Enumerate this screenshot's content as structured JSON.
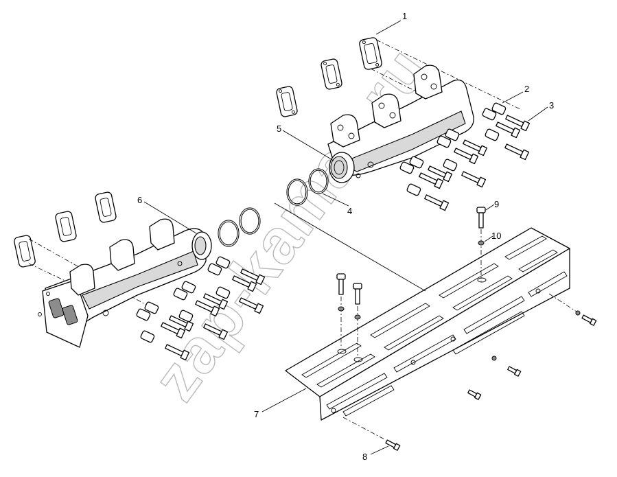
{
  "watermark": "zap-kamaz.ru",
  "callouts": [
    {
      "id": "1",
      "label": "1"
    },
    {
      "id": "2",
      "label": "2"
    },
    {
      "id": "3",
      "label": "3"
    },
    {
      "id": "4",
      "label": "4"
    },
    {
      "id": "5",
      "label": "5"
    },
    {
      "id": "6",
      "label": "6"
    },
    {
      "id": "7",
      "label": "7"
    },
    {
      "id": "8",
      "label": "8"
    },
    {
      "id": "9",
      "label": "9"
    },
    {
      "id": "10",
      "label": "10"
    }
  ]
}
